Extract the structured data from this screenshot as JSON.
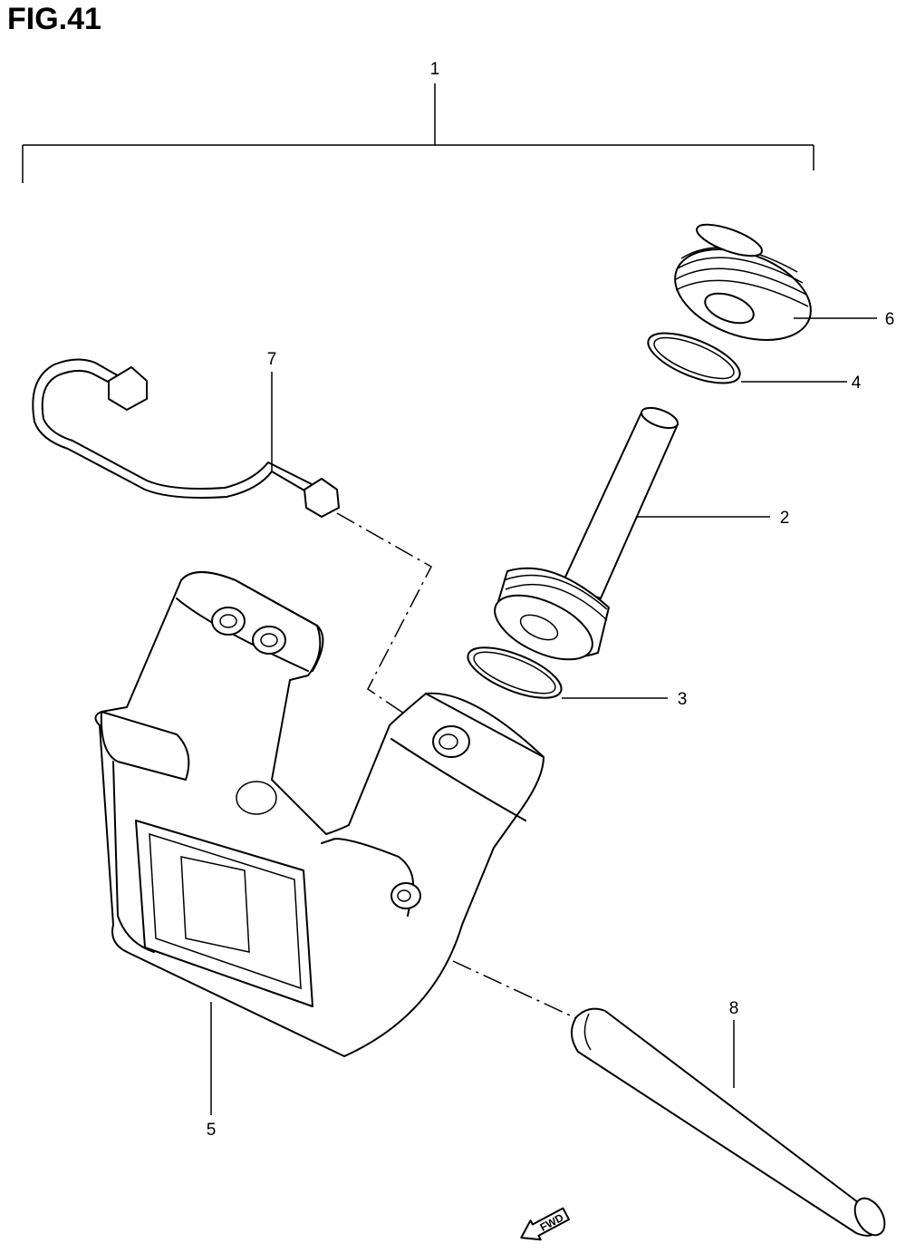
{
  "figure": {
    "title": "FIG.41"
  },
  "callouts": [
    "1",
    "2",
    "3",
    "4",
    "5",
    "6",
    "7",
    "8"
  ],
  "direction_arrow": {
    "label": "FWD"
  }
}
